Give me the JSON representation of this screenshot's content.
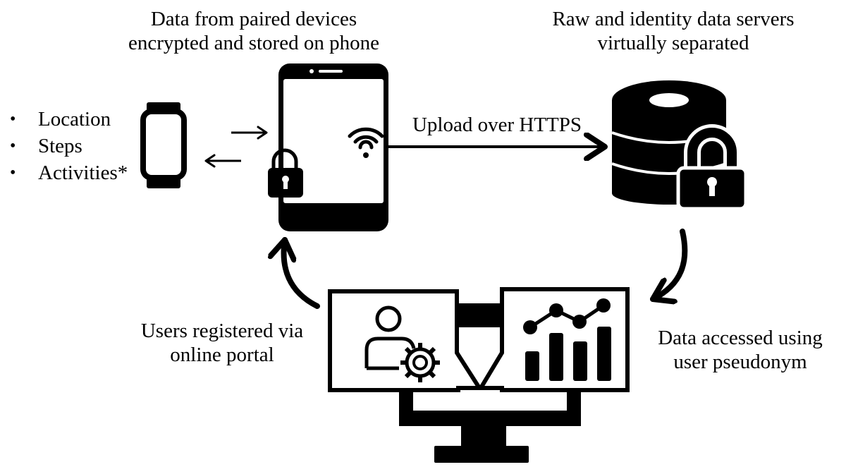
{
  "labels": {
    "phone_caption": [
      "Data from paired devices",
      "encrypted and stored on phone"
    ],
    "server_caption": [
      "Raw and identity data servers",
      "virtually separated"
    ],
    "upload": "Upload over HTTPS",
    "portal_caption": [
      "Users registered via",
      "online portal"
    ],
    "access_caption": [
      "Data accessed using",
      "user pseudonym"
    ]
  },
  "data_types": [
    "Location",
    "Steps",
    "Activities*"
  ],
  "icons": {
    "watch": "smartwatch-icon",
    "phone": "smartphone-icon",
    "phone_lock": "lock-icon",
    "wifi": "wifi-icon",
    "server": "database-server-icon",
    "server_lock": "lock-icon",
    "monitor": "monitor-icon",
    "user_settings": "user-settings-icon",
    "chart": "bar-line-chart-icon"
  },
  "colors": {
    "ink": "#000000",
    "background": "#ffffff"
  }
}
